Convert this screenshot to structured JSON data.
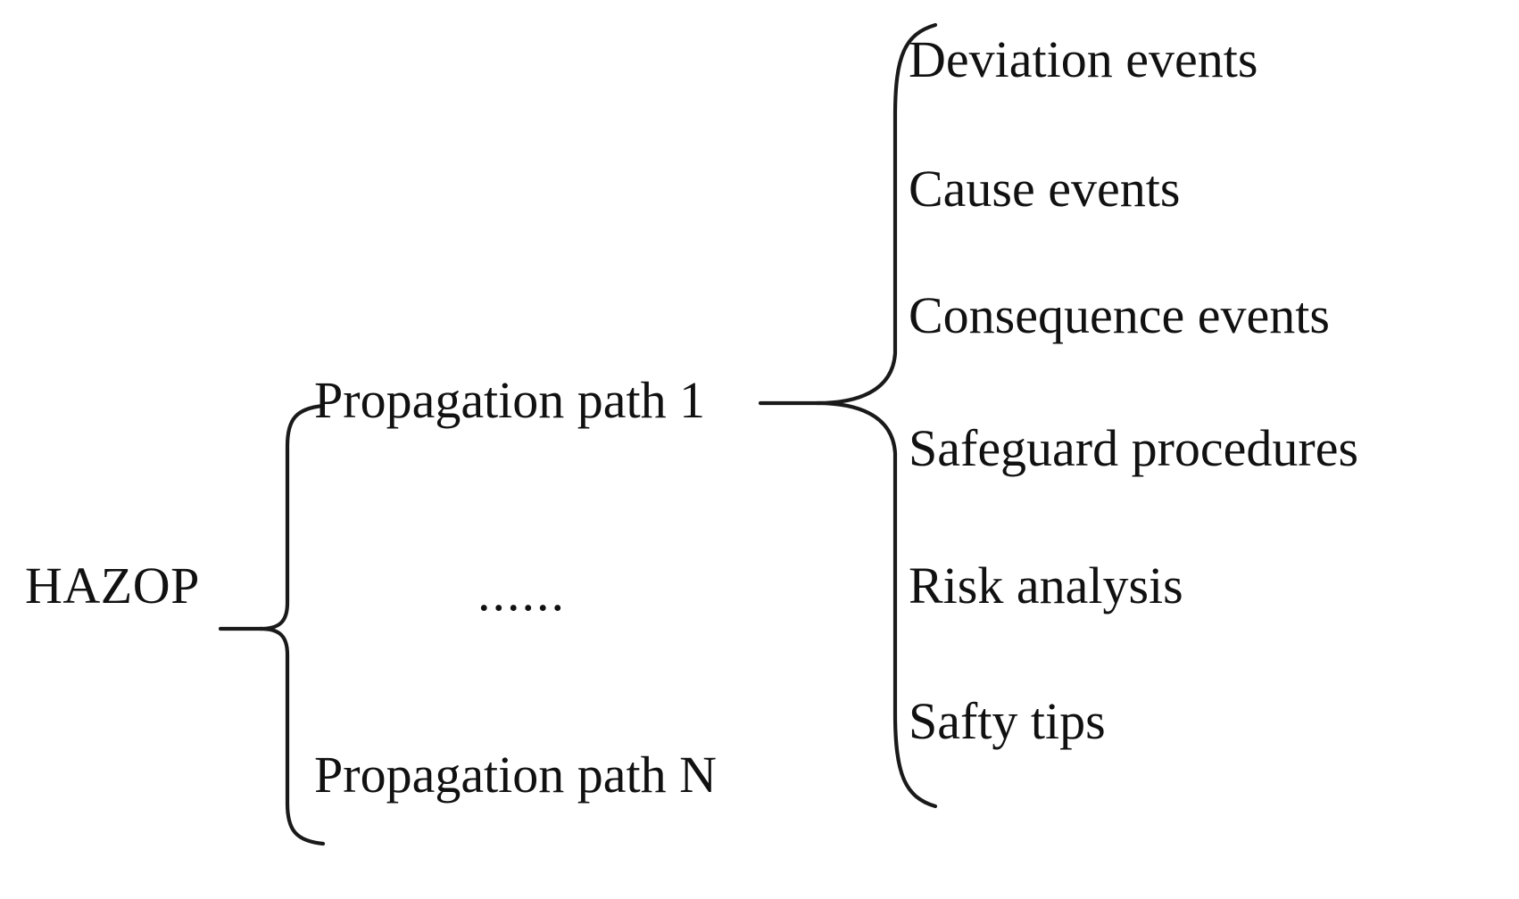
{
  "diagram": {
    "title": "HAZOP hierarchical structure",
    "type": "brace-tree",
    "background_color": "#ffffff",
    "text_color": "#111111",
    "stroke_color": "#1a1a1a",
    "root": {
      "label": "HAZOP"
    },
    "level2": {
      "items": [
        {
          "label": "Propagation path 1"
        },
        {
          "label": "......"
        },
        {
          "label": "Propagation path N"
        }
      ]
    },
    "level3": {
      "items": [
        {
          "label": "Deviation events"
        },
        {
          "label": "Cause events"
        },
        {
          "label": "Consequence events"
        },
        {
          "label": "Safeguard procedures"
        },
        {
          "label": "Risk analysis"
        },
        {
          "label": "Safty tips"
        }
      ]
    },
    "braces": [
      {
        "name": "left-brace",
        "groups_from": "HAZOP",
        "groups_to": "level2"
      },
      {
        "name": "right-brace",
        "groups_from": "Propagation path 1",
        "groups_to": "level3"
      }
    ]
  }
}
